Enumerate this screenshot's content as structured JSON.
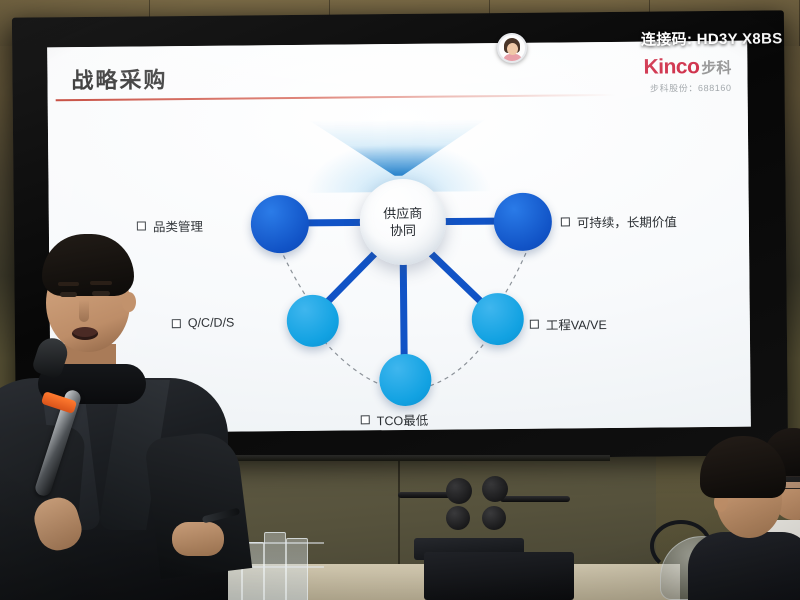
{
  "overlay": {
    "connection_code_label": "连接码: HD3Y X8BS",
    "avatar_name": "presenter-webcam-avatar"
  },
  "slide": {
    "title": "战略采购",
    "brand": {
      "name_latin": "Kinco",
      "name_cn": "步科",
      "stock_line": "步科股份：688160"
    },
    "diagram": {
      "type": "hub-and-spoke",
      "center": {
        "line1": "供应商",
        "line2": "协同"
      },
      "nodes": [
        {
          "id": "category-management",
          "label": "品类管理",
          "color": "#1153c6",
          "tone": "dark",
          "position": "left"
        },
        {
          "id": "sustainable-value",
          "label": "可持续，长期价值",
          "color": "#1153c6",
          "tone": "dark",
          "position": "right"
        },
        {
          "id": "qcds",
          "label": "Q/C/D/S",
          "color": "#12a2e2",
          "tone": "light",
          "position": "lower-left"
        },
        {
          "id": "engineering-va-ve",
          "label": "工程VA/VE",
          "color": "#12a2e2",
          "tone": "light",
          "position": "lower-right"
        },
        {
          "id": "lowest-tco",
          "label": "TCO最低",
          "color": "#12a2e2",
          "tone": "light",
          "position": "bottom"
        }
      ],
      "accent_color": "#1153c6",
      "secondary_color": "#12a2e2",
      "rule_color": "#c0392b"
    }
  },
  "scene": {
    "presenter": "presenter-with-microphone",
    "audience": [
      "audience-member-front",
      "audience-member-back"
    ],
    "display": "wall-mounted-television",
    "furniture": [
      "cabinet",
      "glass-rack",
      "kettle",
      "countertop"
    ]
  }
}
